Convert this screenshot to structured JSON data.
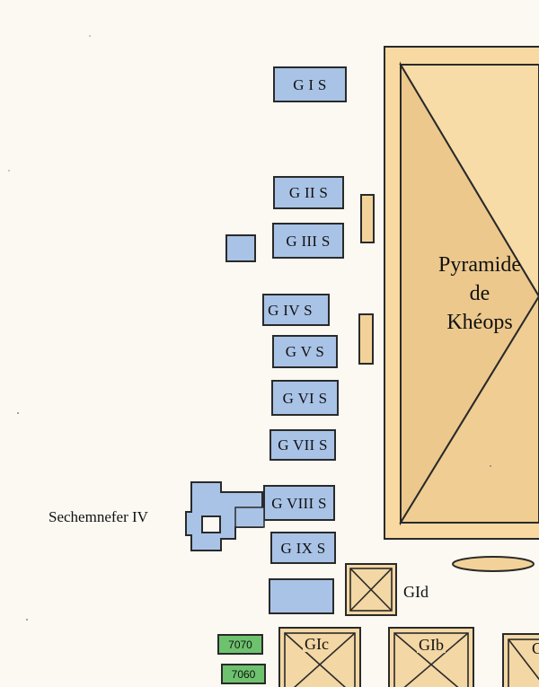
{
  "colors": {
    "tomb_blue": "#a9c3e6",
    "outline": "#2a2a2a",
    "pyramid_outer": "#f7d9a1",
    "pyramid_face": "#f3d29a",
    "pyramid_shade": "#ebc68a",
    "small_pyramid": "#f3d7a4",
    "green_tomb": "#6ec26e",
    "background": "#fbf9f2"
  },
  "pyramid": {
    "name_lines": [
      "Pyramide",
      "de",
      "Khéops"
    ]
  },
  "mastabas": [
    {
      "label": "G I S"
    },
    {
      "label": "G II S"
    },
    {
      "label": "G III S"
    },
    {
      "label": "G IV S"
    },
    {
      "label": "G V S"
    },
    {
      "label": "G VI S"
    },
    {
      "label": "G VII S"
    },
    {
      "label": "G VIII S"
    },
    {
      "label": "G IX S"
    }
  ],
  "sechemnefer": {
    "label": "Sechemnefer IV"
  },
  "queen_pyramids": [
    {
      "label": "GId"
    },
    {
      "label": "GIc"
    },
    {
      "label": "GIb"
    },
    {
      "label": "G"
    }
  ],
  "numbered_tombs": [
    {
      "label": "7070"
    },
    {
      "label": "7060"
    }
  ]
}
